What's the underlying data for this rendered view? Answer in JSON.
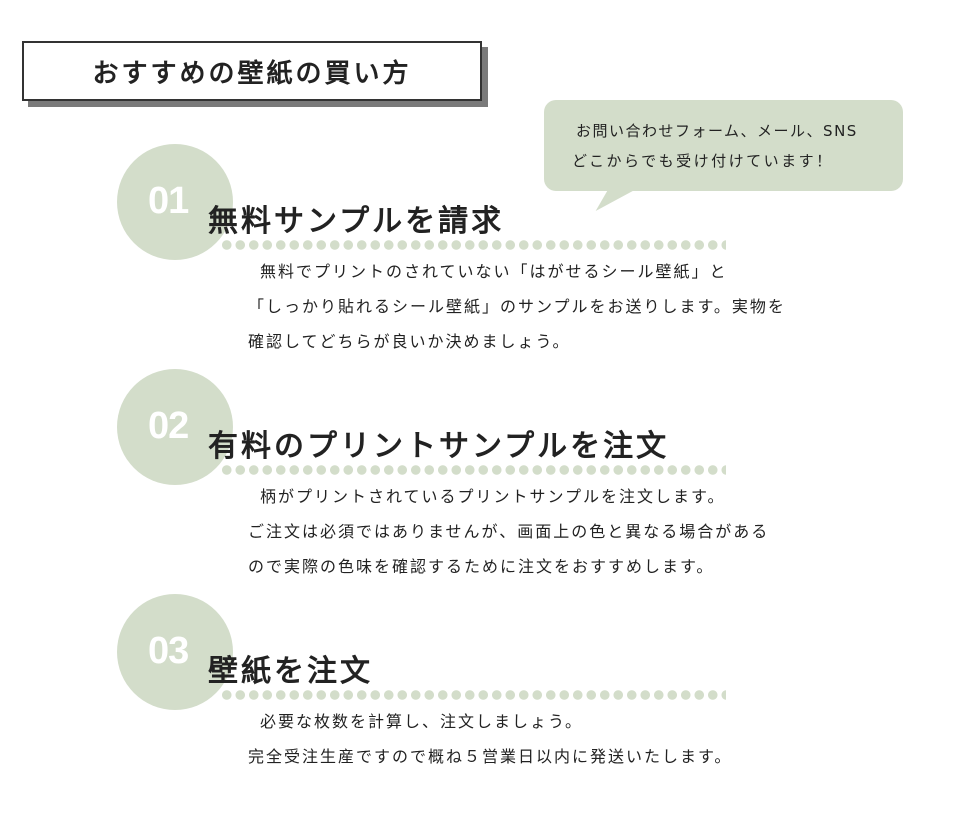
{
  "title": "おすすめの壁紙の買い方",
  "bubble": {
    "line1": "お問い合わせフォーム、メール、SNS",
    "line2": "どこからでも受け付けています！",
    "color": "#d3ddca"
  },
  "accent_color": "#d3ddca",
  "steps": [
    {
      "number": "01",
      "heading": "無料サンプルを請求",
      "lines": [
        "無料でプリントのされていない「はがせるシール壁紙」と",
        "「しっかり貼れるシール壁紙」のサンプルをお送りします。実物を",
        "確認してどちらが良いか決めましょう。"
      ]
    },
    {
      "number": "02",
      "heading": "有料のプリントサンプルを注文",
      "lines": [
        "柄がプリントされているプリントサンプルを注文します。",
        "ご注文は必須ではありませんが、画面上の色と異なる場合がある",
        "ので実際の色味を確認するために注文をおすすめします。"
      ]
    },
    {
      "number": "03",
      "heading": "壁紙を注文",
      "lines": [
        "必要な枚数を計算し、注文しましょう。",
        "完全受注生産ですので概ね５営業日以内に発送いたします。"
      ]
    }
  ]
}
